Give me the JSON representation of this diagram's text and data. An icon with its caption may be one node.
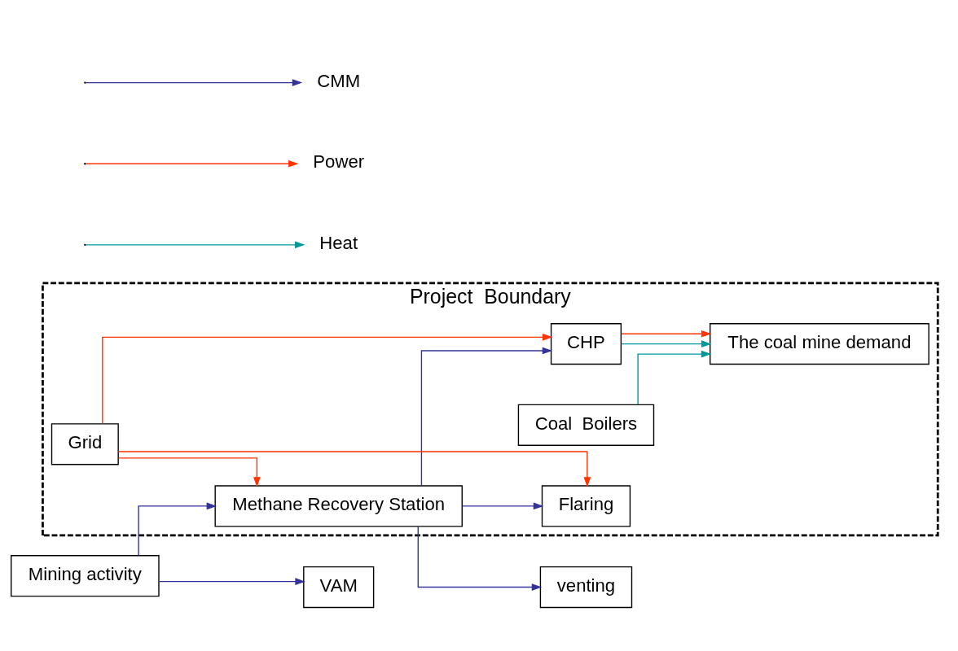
{
  "diagram": {
    "nodes": [
      {
        "text": [
          "Project  Boundary"
        ]
      },
      {
        "text": [
          "Mining activity"
        ]
      },
      {
        "text": [
          "Methane Recovery Station"
        ],
        "in": 0
      },
      {
        "text": [
          "Grid"
        ],
        "in": 0
      },
      {
        "text": [
          "CHP"
        ],
        "in": 0
      },
      {
        "text": [
          "Flaring"
        ],
        "in": 0
      },
      {
        "text": [
          "The coal mine demand"
        ],
        "in": 0
      },
      {
        "text": [
          "Coal  Boilers"
        ],
        "in": 0
      },
      {
        "text": [
          "VAM"
        ]
      },
      {
        "text": [
          "venting"
        ]
      }
    ],
    "edges": [
      {
        "from": 1,
        "to": 2,
        "arrow": "to",
        "color": "#333399"
      },
      {
        "from": 1,
        "to": 8,
        "arrow": "to",
        "color": "#333399"
      },
      {
        "from": 3,
        "to": 2,
        "arrow": "to",
        "color": "#ff3300"
      },
      {
        "from": 3,
        "to": 4,
        "arrow": "to",
        "color": "#ff3300"
      },
      {
        "from": 3,
        "to": 5,
        "arrow": "to",
        "color": "#ff3300"
      },
      {
        "from": 2,
        "to": 4,
        "arrow": "to",
        "color": "#333399"
      },
      {
        "from": 2,
        "to": 5,
        "arrow": "to",
        "color": "#333399"
      },
      {
        "from": 2,
        "to": 9,
        "arrow": "to",
        "color": "#333399"
      },
      {
        "from": 4,
        "to": 6,
        "arrow": "to",
        "color": "#009999"
      },
      {
        "from": 4,
        "to": 6,
        "arrow": "to",
        "color": "#ff3300"
      },
      {
        "from": 7,
        "to": 6,
        "arrow": "to",
        "color": "#009999"
      }
    ],
    "legend": [
      {
        "text": "CMM"
      },
      {
        "text": "Power"
      },
      {
        "text": "Heat"
      }
    ]
  }
}
